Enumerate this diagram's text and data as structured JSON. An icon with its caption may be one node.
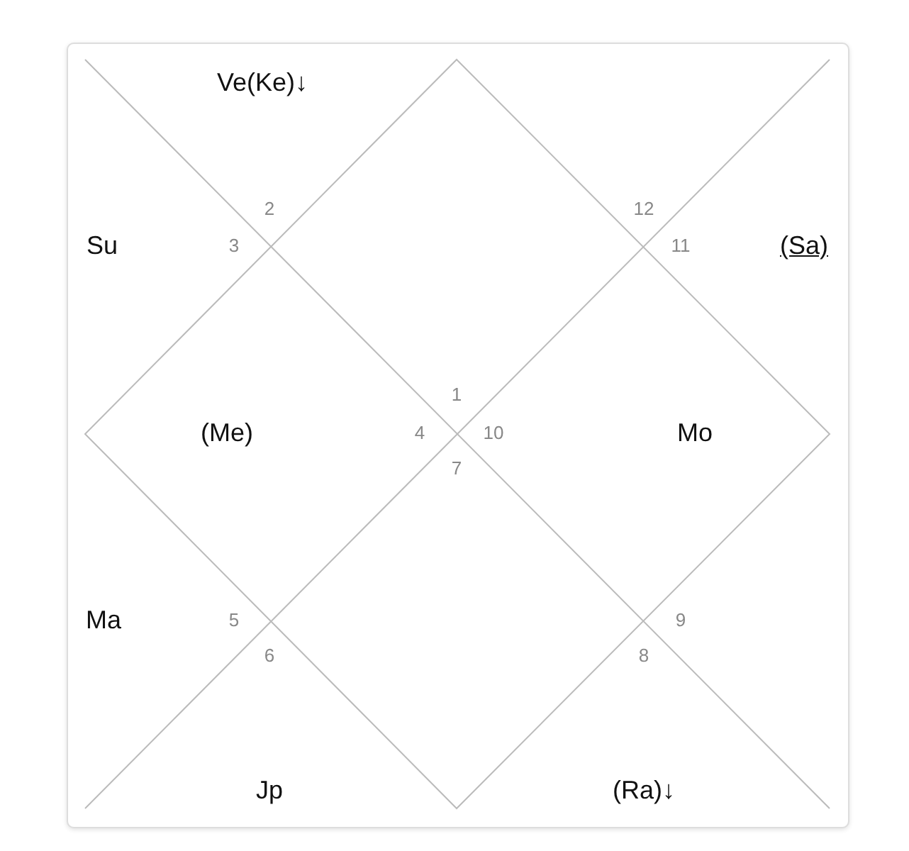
{
  "diagram": {
    "labels": [
      "Ve(Ke)↓",
      "2",
      "12",
      "Su",
      "3",
      "11",
      "(Sa)",
      "1",
      "(Me)",
      "4",
      "10",
      "Mo",
      "7",
      "Ma",
      "5",
      "9",
      "6",
      "8",
      "Jp",
      "(Ra)↓"
    ]
  }
}
